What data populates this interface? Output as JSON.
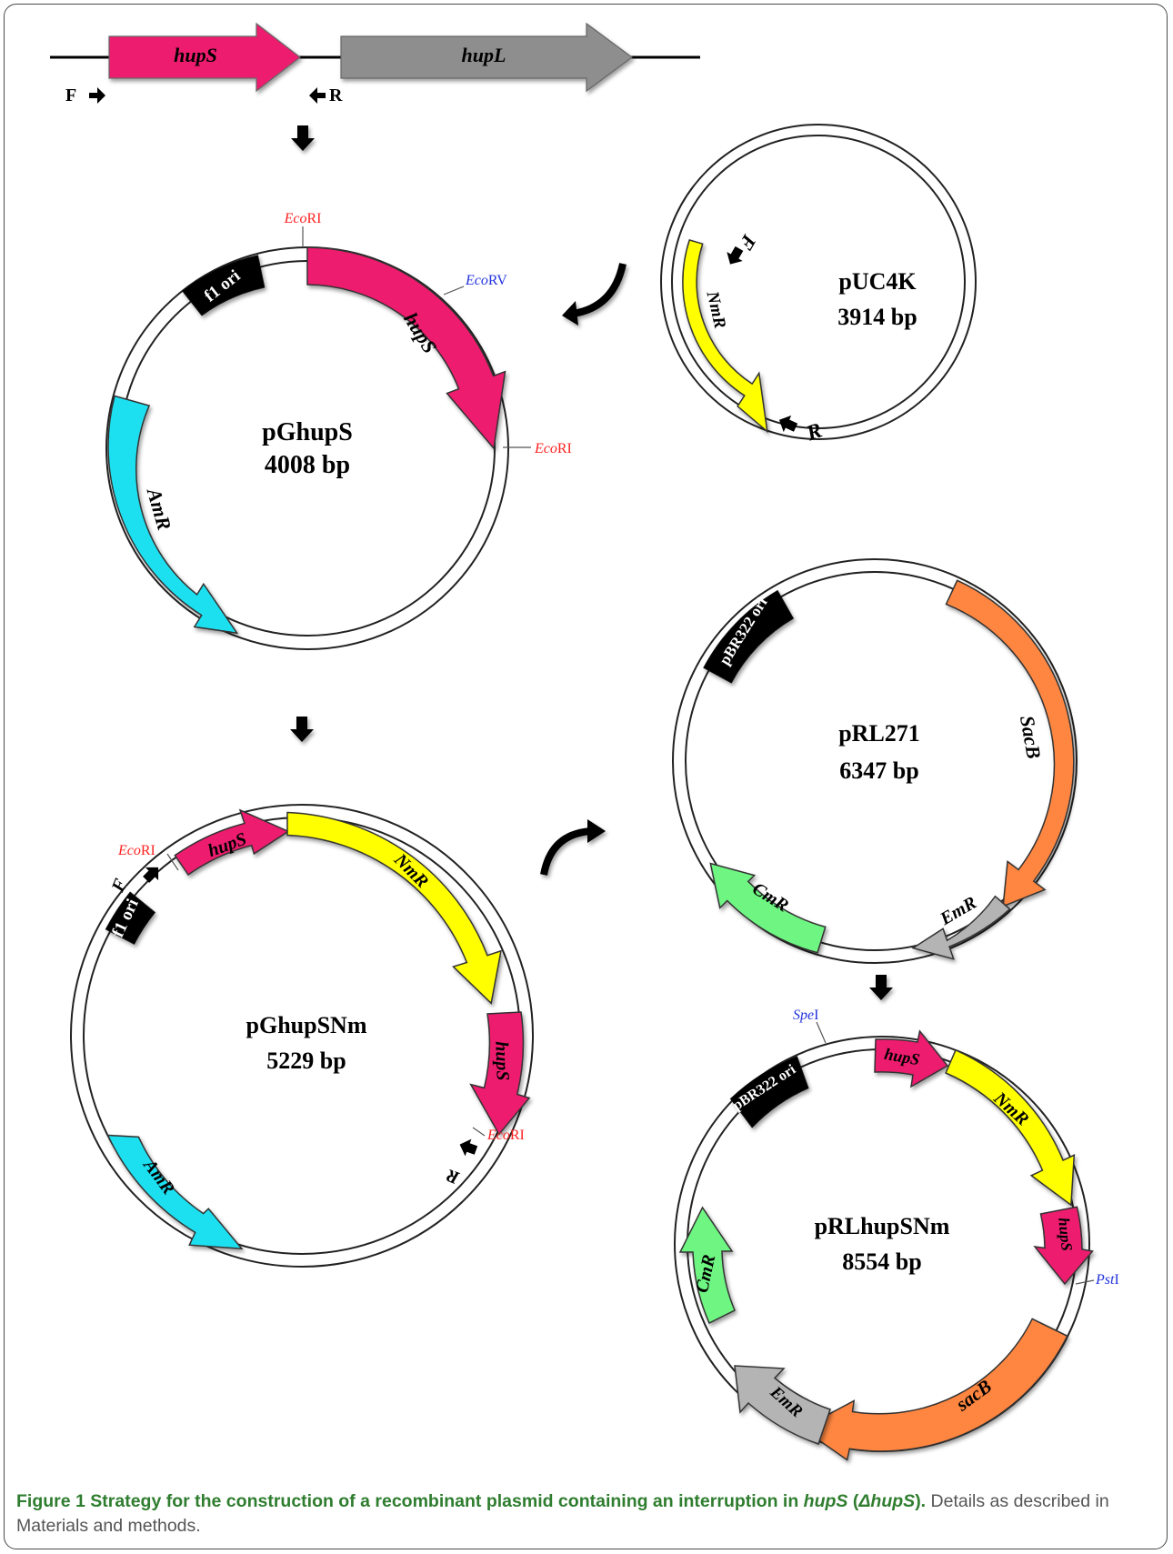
{
  "colors": {
    "hupS": "#ee1e6e",
    "hupL": "#8e8e8e",
    "NmR": "#ffff00",
    "AmR": "#1fe0f0",
    "SacB": "#ff8640",
    "EmR": "#b4b4b4",
    "CmR": "#6ef582",
    "ori": "#000000",
    "site_red": "#ff2222",
    "site_blue": "#2233dd"
  },
  "operon": {
    "gene1": "hupS",
    "gene2": "hupL",
    "primer_f": "F",
    "primer_r": "R"
  },
  "plasmids": {
    "pUC4K": {
      "name": "pUC4K",
      "size": "3914 bp",
      "nmr": "NmR",
      "primer_f": "F",
      "primer_r": "R"
    },
    "pGhupS": {
      "name": "pGhupS",
      "size": "4008 bp",
      "ori": "f1 ori",
      "hups": "hupS",
      "amr": "AmR",
      "site_top_a": "Eco",
      "site_top_b": "RI",
      "site_mid_a": "Eco",
      "site_mid_b": "RV",
      "site_right_a": "Eco",
      "site_right_b": "RI"
    },
    "pRL271": {
      "name": "pRL271",
      "size": "6347 bp",
      "ori": "pBR322 ori",
      "sacb": "SacB",
      "emr": "EmR",
      "cmr": "CmR"
    },
    "pGhupSNm": {
      "name": "pGhupSNm",
      "size": "5229 bp",
      "ori": "f1 ori",
      "hups1": "hupS",
      "nmr": "NmR",
      "hups2": "hupS",
      "amr": "AmR",
      "primer_f": "F",
      "primer_r": "R",
      "site_top_a": "Eco",
      "site_top_b": "RI",
      "site_bottom_a": "Eco",
      "site_bottom_b": "RI"
    },
    "pRLhupSNm": {
      "name": "pRLhupSNm",
      "size": "8554 bp",
      "ori": "pBR322 ori",
      "hups1": "hupS",
      "nmr": "NmR",
      "hups2": "hupS",
      "sacb": "sacB",
      "emr": "EmR",
      "cmr": "CmR",
      "site_spe_a": "Spe",
      "site_spe_b": "I",
      "site_pst_a": "Pst",
      "site_pst_b": "I"
    }
  },
  "caption": {
    "label": "Figure 1",
    "title_a": "Strategy for the construction of a recombinant plasmid containing an interruption in ",
    "title_gene": "hupS",
    "title_b": " (",
    "title_delta": "ΔhupS",
    "title_c": ").",
    "rest": "Details as described in Materials and methods."
  }
}
